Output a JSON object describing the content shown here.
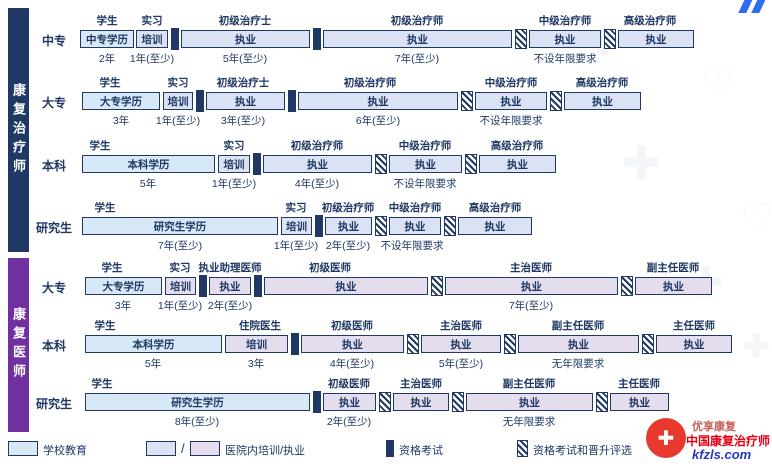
{
  "sections": {
    "therapist": "康复治疗师",
    "physician": "康复医师"
  },
  "rows": [
    {
      "section": "therapist",
      "level": "中专",
      "headers": [
        "学生",
        "实习",
        "初级治疗士",
        "初级治疗师",
        "中级治疗师",
        "高级治疗师"
      ],
      "boxes": [
        "中专学历",
        "培训",
        "执业",
        "执业",
        "执业",
        "执业"
      ],
      "years": [
        "2年",
        "1年(至少)",
        "5年(至少)",
        "7年(至少)",
        "不设年限要求"
      ]
    },
    {
      "section": "therapist",
      "level": "大专",
      "headers": [
        "学生",
        "实习",
        "初级治疗士",
        "初级治疗师",
        "中级治疗师",
        "高级治疗师"
      ],
      "boxes": [
        "大专学历",
        "培训",
        "执业",
        "执业",
        "执业",
        "执业"
      ],
      "years": [
        "3年",
        "1年(至少)",
        "3年(至少)",
        "6年(至少)",
        "不设年限要求"
      ]
    },
    {
      "section": "therapist",
      "level": "本科",
      "headers": [
        "学生",
        "实习",
        "初级治疗师",
        "中级治疗师",
        "高级治疗师"
      ],
      "boxes": [
        "本科学历",
        "培训",
        "执业",
        "执业",
        "执业"
      ],
      "years": [
        "5年",
        "1年(至少)",
        "4年(至少)",
        "不设年限要求"
      ]
    },
    {
      "section": "therapist",
      "level": "研究生",
      "headers": [
        "学生",
        "实习",
        "初级治疗师",
        "中级治疗师",
        "高级治疗师"
      ],
      "boxes": [
        "研究生学历",
        "培训",
        "执业",
        "执业",
        "执业"
      ],
      "years": [
        "7年(至少)",
        "1年(至少)",
        "2年(至少)",
        "不设年限要求"
      ]
    },
    {
      "section": "physician",
      "level": "大专",
      "headers": [
        "学生",
        "实习",
        "执业助理医师",
        "初级医师",
        "主治医师",
        "副主任医师"
      ],
      "boxes": [
        "大专学历",
        "培训",
        "执业",
        "执业",
        "执业",
        "执业"
      ],
      "years": [
        "3年",
        "1年(至少)",
        "2年(至少)",
        "7年(至少)"
      ]
    },
    {
      "section": "physician",
      "level": "本科",
      "headers": [
        "学生",
        "住院医生",
        "初级医师",
        "主治医师",
        "副主任医师",
        "主任医师"
      ],
      "boxes": [
        "本科学历",
        "培训",
        "执业",
        "执业",
        "执业",
        "执业"
      ],
      "years": [
        "5年",
        "3年",
        "4年(至少)",
        "5年(至少)",
        "无年限要求"
      ]
    },
    {
      "section": "physician",
      "level": "研究生",
      "headers": [
        "学生",
        "初级医师",
        "主治医师",
        "副主任医师",
        "主任医师"
      ],
      "boxes": [
        "研究生学历",
        "执业",
        "执业",
        "执业",
        "执业"
      ],
      "years": [
        "8年(至少)",
        "2年(至少)",
        "无年限要求"
      ]
    }
  ],
  "legend": {
    "school": "学校教育",
    "separator": "/",
    "hospital": "医院内培训/执业",
    "exam": "资格考试",
    "exam_promotion": "资格考试和晋升评选"
  },
  "watermark": {
    "brand_top": "优享康复",
    "brand_main": "中国康复治疗师",
    "brand_site": "kfzls.com"
  },
  "palette": {
    "navy": "#1f3864",
    "purple": "#7030a0",
    "school_fill": "#d7e9f6",
    "therapist_fill": "#dae2f3",
    "physician_fill": "#e3ddee",
    "exam_bar": "#1f3864",
    "brand_red": "#e60012",
    "brand_blue": "#2839bf"
  }
}
